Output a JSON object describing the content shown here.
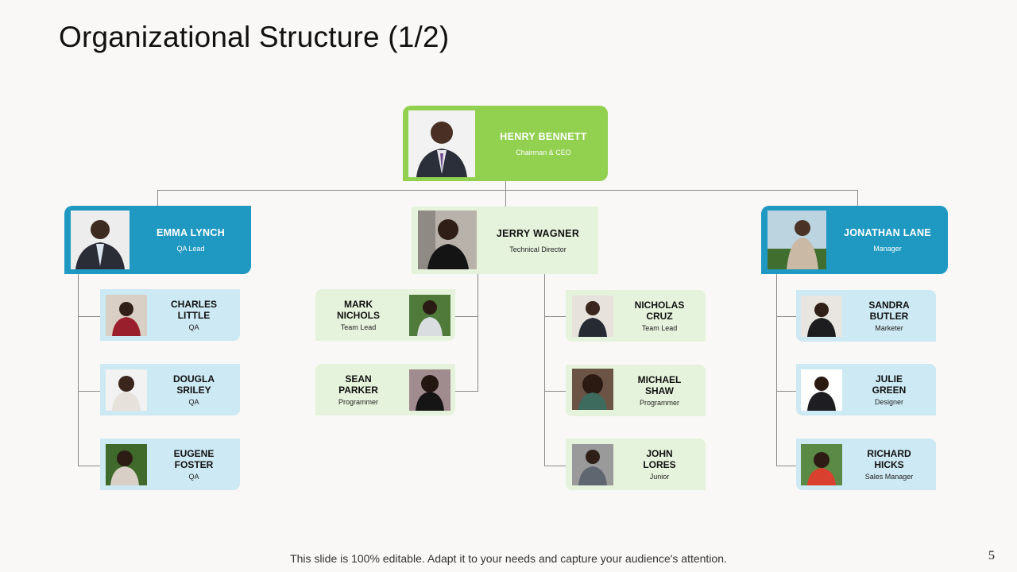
{
  "slide": {
    "title": "Organizational Structure (1/2)",
    "footer": "This slide is 100% editable. Adapt it to your needs and capture your audience's attention.",
    "page_number": "5"
  },
  "ceo": {
    "name": "HENRY  BENNETT",
    "role": "Chairman & CEO"
  },
  "managers": [
    {
      "name": "EMMA  LYNCH",
      "role": "QA Lead"
    },
    {
      "name": "JERRY  WAGNER",
      "role": "Technical Director"
    },
    {
      "name": "JONATHAN  LANE",
      "role": "Manager"
    }
  ],
  "team_emma": [
    {
      "name": "CHARLES\nLITTLE",
      "role": "QA"
    },
    {
      "name": "DOUGLA\nSRILEY",
      "role": "QA"
    },
    {
      "name": "EUGENE\nFOSTER",
      "role": "QA"
    }
  ],
  "team_jerry_left": [
    {
      "name": "MARK\nNICHOLS",
      "role": "Team Lead"
    },
    {
      "name": "SEAN\nPARKER",
      "role": "Programmer"
    }
  ],
  "team_jerry_right": [
    {
      "name": "NICHOLAS\nCRUZ",
      "role": "Team Lead"
    },
    {
      "name": "MICHAEL\nSHAW",
      "role": "Programmer"
    },
    {
      "name": "JOHN\nLORES",
      "role": "Junior"
    }
  ],
  "team_jonathan": [
    {
      "name": "SANDRA\nBUTLER",
      "role": "Marketer"
    },
    {
      "name": "JULIE\nGREEN",
      "role": "Designer"
    },
    {
      "name": "RICHARD\nHICKS",
      "role": "Sales Manager"
    }
  ],
  "colors": {
    "green_accent": "#92d050",
    "blue_accent": "#2099c2",
    "pale_green": "#e6f3dc",
    "pale_blue": "#cde9f4"
  }
}
